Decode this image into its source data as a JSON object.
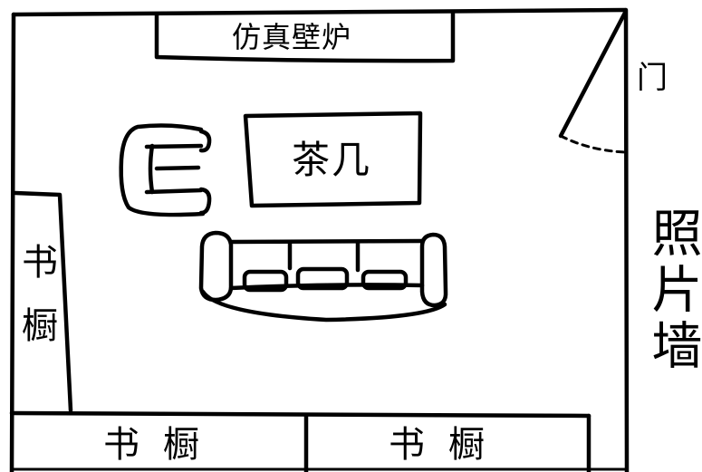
{
  "labels": {
    "fireplace": "仿真壁炉",
    "door": "门",
    "coffee_table": "茶几",
    "photo_wall": "照片墙",
    "bookcase_left": "书橱",
    "bookcase_bottom_left": "书橱",
    "bookcase_bottom_right": "书橱"
  },
  "colors": {
    "ink": "#000000",
    "paper": "#ffffff"
  }
}
